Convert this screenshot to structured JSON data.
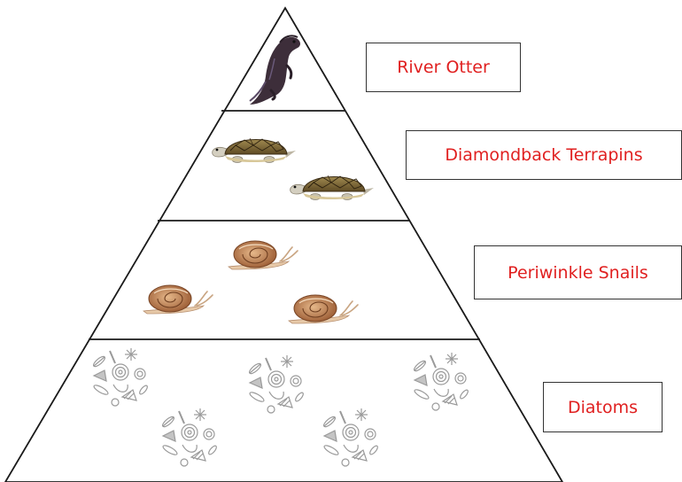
{
  "levels": [
    {
      "label": "River Otter",
      "organism": "otter"
    },
    {
      "label": "Diamondback Terrapins",
      "organism": "terrapin"
    },
    {
      "label": "Periwinkle Snails",
      "organism": "snail"
    },
    {
      "label": "Diatoms",
      "organism": "diatom"
    }
  ],
  "colors": {
    "label_text": "#e02020",
    "outline": "#1a1a1a",
    "diatom": "#9a9a9a"
  }
}
